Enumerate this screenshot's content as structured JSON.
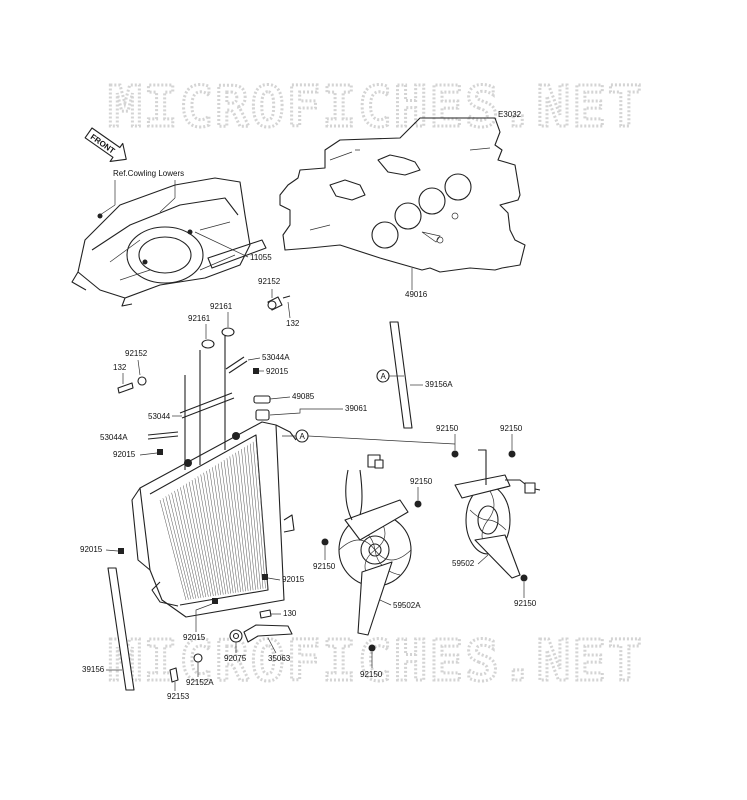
{
  "watermark": "MICROFICHES.NET",
  "diagram_code": "E3032",
  "front_label": "FRONT",
  "ref_note": "Ref.Cowling Lowers",
  "callout_symbol": "A",
  "labels": {
    "p11055": "11055",
    "p49016": "49016",
    "p92152a": "92152",
    "p132a": "132",
    "p92161a": "92161",
    "p92161b": "92161",
    "p92152b": "92152",
    "p132b": "132",
    "p53044A_a": "53044A",
    "p92015a": "92015",
    "p39156A": "39156A",
    "p53044": "53044",
    "p49085": "49085",
    "p39061": "39061",
    "p53044A_b": "53044A",
    "p92015b": "92015",
    "p92150a": "92150",
    "p92150b": "92150",
    "p92150c": "92150",
    "p92015c": "92015",
    "p92150d": "92150",
    "p59502": "59502",
    "p92015d": "92015",
    "p59502A": "59502A",
    "p92150e": "92150",
    "p130": "130",
    "p92015e": "92015",
    "p92075": "92075",
    "p35063": "35063",
    "p92150f": "92150",
    "p39156": "39156",
    "p92153": "92153",
    "p92152A": "92152A"
  }
}
